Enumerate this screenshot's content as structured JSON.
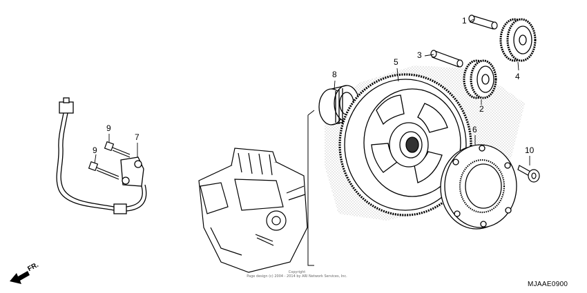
{
  "callouts": {
    "c1": "1",
    "c2": "2",
    "c3": "3",
    "c4": "4",
    "c5": "5",
    "c6": "6",
    "c7": "7",
    "c8": "8",
    "c9a": "9",
    "c9b": "9",
    "c10": "10"
  },
  "copyright": {
    "line1": "Copyright",
    "line2": "Page design (c) 2004 - 2014 by ARI Network Services, Inc."
  },
  "diagram_code": "MJAAE0900",
  "direction_label": "FR."
}
